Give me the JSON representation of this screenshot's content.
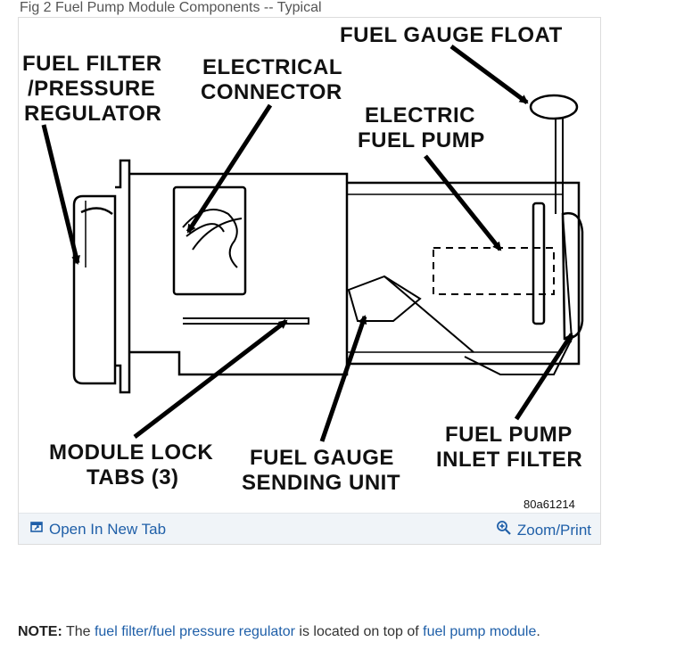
{
  "figure": {
    "caption": "Fig 2 Fuel Pump Module Components -- Typical",
    "labels": {
      "fuel_filter_1": "FUEL FILTER",
      "fuel_filter_2": "/PRESSURE",
      "fuel_filter_3": "REGULATOR",
      "electrical_1": "ELECTRICAL",
      "electrical_2": "CONNECTOR",
      "float": "FUEL GAUGE FLOAT",
      "pump_1": "ELECTRIC",
      "pump_2": "FUEL PUMP",
      "lock_1": "MODULE LOCK",
      "lock_2": "TABS (3)",
      "sending_1": "FUEL GAUGE",
      "sending_2": "SENDING UNIT",
      "inlet_1": "FUEL PUMP",
      "inlet_2": "INLET FILTER",
      "code": "80a61214"
    },
    "footer": {
      "open_tab": "Open In New Tab",
      "zoom_print": "Zoom/Print"
    }
  },
  "note": {
    "prefix": "NOTE:",
    "text1": " The ",
    "link1": "fuel filter/fuel pressure regulator",
    "text2": " is located on top of ",
    "link2": "fuel pump module",
    "text3": "."
  },
  "colors": {
    "link": "#1f5fa8",
    "footer_bg": "#f0f4f8"
  },
  "icons": {
    "open_tab": "open-in-new-tab-icon",
    "zoom": "magnifier-plus-icon"
  }
}
